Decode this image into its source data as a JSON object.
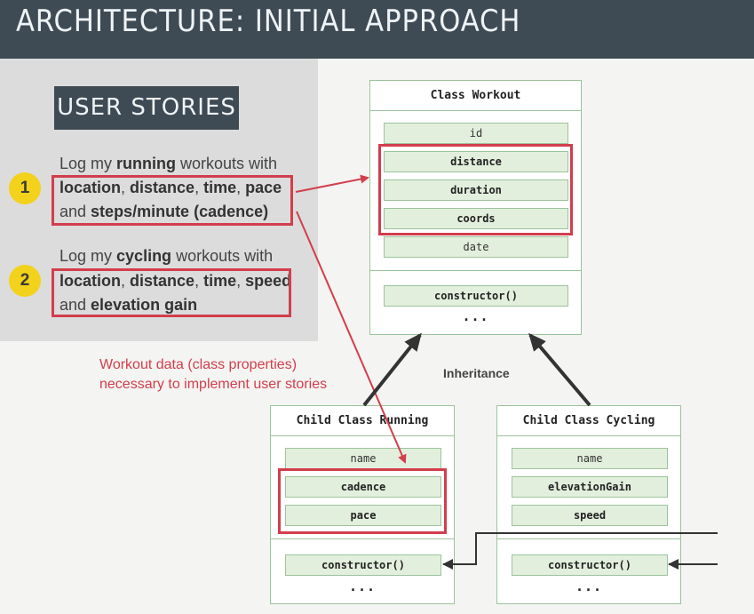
{
  "header": {
    "title": "ARCHITECTURE: INITIAL APPROACH"
  },
  "stories": {
    "tag": "USER STORIES",
    "items": [
      {
        "number": "1",
        "line1_pre": "Log my ",
        "line1_bold": "running",
        "line1_post": " workouts with",
        "line2_a": "location",
        "line2_b": ", ",
        "line2_c": "distance",
        "line2_d": ", ",
        "line2_e": "time",
        "line2_f": ", ",
        "line2_g": "pace",
        "line3_pre": "and ",
        "line3_bold": "steps/minute (cadence)"
      },
      {
        "number": "2",
        "line1_pre": "Log my ",
        "line1_bold": "cycling",
        "line1_post": " workouts with",
        "line2_a": "location",
        "line2_b": ", ",
        "line2_c": "distance",
        "line2_d": ", ",
        "line2_e": "time",
        "line2_f": ", ",
        "line2_g": "speed",
        "line3_pre": "and ",
        "line3_bold": "elevation gain"
      }
    ]
  },
  "note": {
    "line1": "Workout data (class properties)",
    "line2": "necessary to implement user stories"
  },
  "inheritance_label": "Inheritance",
  "workout": {
    "title": "Class Workout",
    "props": [
      "id",
      "distance",
      "duration",
      "coords",
      "date"
    ],
    "method": "constructor()",
    "more": "..."
  },
  "running": {
    "title": "Child Class Running",
    "props": [
      "name",
      "cadence",
      "pace"
    ],
    "method": "constructor()",
    "more": "..."
  },
  "cycling": {
    "title": "Child Class Cycling",
    "props": [
      "name",
      "elevationGain",
      "speed"
    ],
    "method": "constructor()",
    "more": "..."
  },
  "colors": {
    "header": "#3f4b54",
    "highlight": "#d23e4c",
    "badge": "#f2d21b",
    "class_fill": "#e3efdd",
    "class_border": "#9cc39c"
  }
}
